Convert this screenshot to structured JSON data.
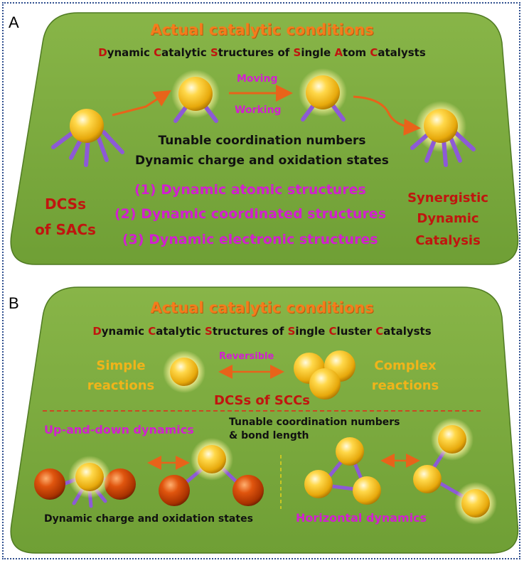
{
  "panelA": {
    "letter": "A",
    "title": "Actual catalytic conditions",
    "subtitle": [
      {
        "first": "D",
        "rest": "ynamic "
      },
      {
        "first": "C",
        "rest": "atalytic "
      },
      {
        "first": "S",
        "rest": "tructures of "
      },
      {
        "first": "S",
        "rest": "ingle "
      },
      {
        "first": "A",
        "rest": "tom "
      },
      {
        "first": "C",
        "rest": "atalysts"
      }
    ],
    "moving": "Moving",
    "working": "Working",
    "line1": "Tunable coordination numbers",
    "line2": "Dynamic charge and oxidation states",
    "item1": "(1)  Dynamic atomic structures",
    "item2": "(2)  Dynamic coordinated structures",
    "item3": "(3)  Dynamic electronic structures",
    "left_label_1": "DCSs",
    "left_label_2": "of SACs",
    "right_label_1": "Synergistic",
    "right_label_2": "Dynamic",
    "right_label_3": "Catalysis"
  },
  "panelB": {
    "letter": "B",
    "title": "Actual catalytic conditions",
    "subtitle": [
      {
        "first": "D",
        "rest": "ynamic "
      },
      {
        "first": "C",
        "rest": "atalytic "
      },
      {
        "first": "S",
        "rest": "tructures of "
      },
      {
        "first": "S",
        "rest": "ingle "
      },
      {
        "first": "C",
        "rest": "luster "
      },
      {
        "first": "C",
        "rest": "atalysts"
      }
    ],
    "simple_1": "Simple",
    "simple_2": "reactions",
    "reversible": "Reversible",
    "complex_1": "Complex",
    "complex_2": "reactions",
    "dcss": "DCSs of SCCs",
    "updown": "Up-and-down dynamics",
    "tunable_1": "Tunable coordination numbers",
    "tunable_2": "& bond length",
    "charge": "Dynamic charge and oxidation states",
    "horizontal": "Horizontal dynamics"
  },
  "colors": {
    "panel_green": "#7fae3f",
    "title_orange": "#f47c1c",
    "red": "#c0150f",
    "pink": "#d21fd0",
    "yellow_text": "#f0b41a",
    "ligand_purple": "#8d5ad6",
    "arrow_orange": "#e8631a"
  }
}
